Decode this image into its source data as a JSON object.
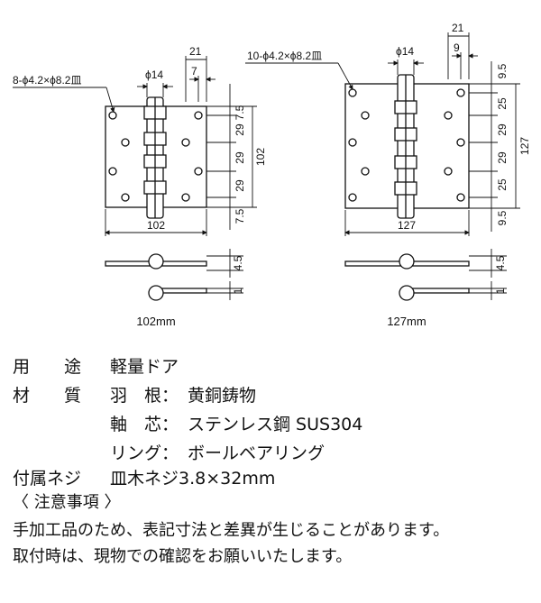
{
  "hinge_small": {
    "hole_note": "8-ϕ4.2×ϕ8.2皿",
    "pin_diameter": "ϕ14",
    "dim_top_offset": "21",
    "dim_top_inner": "7",
    "right_dims": [
      "7.5",
      "29",
      "29",
      "29",
      "7.5"
    ],
    "height_total": "102",
    "width_total": "102",
    "side_thickness": "4.5",
    "side_leaf": "1",
    "size_label": "102mm"
  },
  "hinge_large": {
    "hole_note": "10-ϕ4.2×ϕ8.2皿",
    "pin_diameter": "ϕ14",
    "dim_top_offset": "21",
    "dim_top_inner": "9",
    "right_dims": [
      "9.5",
      "25",
      "29",
      "29",
      "25",
      "9.5"
    ],
    "height_total": "127",
    "width_total": "127",
    "side_thickness": "4.5",
    "side_leaf": "1",
    "size_label": "127mm"
  },
  "specs": {
    "use_label": "用　　途",
    "use_value": "軽量ドア",
    "material_label": "材　　質",
    "leaf_label": "羽　根：",
    "leaf_value": "黄銅鋳物",
    "shaft_label": "軸　芯：",
    "shaft_value": "ステンレス鋼 SUS304",
    "ring_label": "リング：",
    "ring_value": "ボールベアリング",
    "screws_label": "付属ネジ",
    "screws_value": "皿木ネジ3.8×32mm"
  },
  "notes": {
    "heading": "〈 注意事項 〉",
    "line1": "手加工品のため、表記寸法と差異が生じることがあります。",
    "line2": "取付時は、現物での確認をお願いいたします。"
  }
}
